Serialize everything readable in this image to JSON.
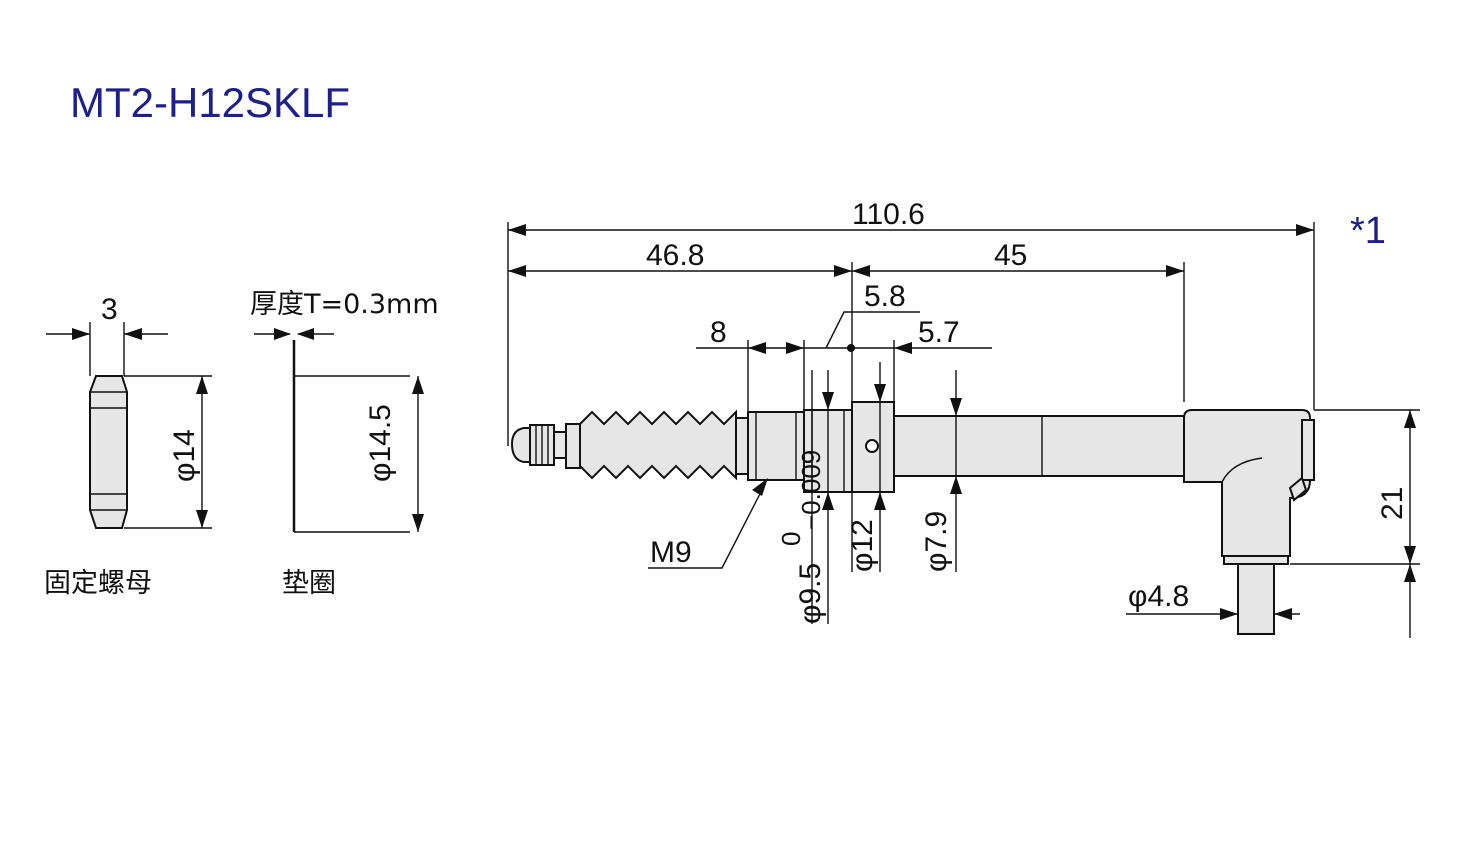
{
  "title": "MT2-H12SKLF",
  "note": "*1",
  "colors": {
    "title": "#1d2088",
    "line": "#111111",
    "part_fill": "#e6e6e6"
  },
  "nut": {
    "width": "3",
    "diameter": "φ14",
    "caption": "固定螺母"
  },
  "washer": {
    "thickness": "厚度T=0.3mm",
    "diameter": "φ14.5",
    "caption": "垫圈"
  },
  "probe": {
    "overall_length": "110.6",
    "length_a": "46.8",
    "length_b": "45",
    "dim_5_8": "5.8",
    "dim_8": "8",
    "dim_5_7": "5.7",
    "thread": "M9",
    "tol_upper": "0",
    "tol_lower": "−0.009",
    "dia_stem": "φ9.5",
    "dia_12": "φ12",
    "dia_7_9": "φ7.9",
    "height_21": "21",
    "dia_cable": "φ4.8"
  }
}
